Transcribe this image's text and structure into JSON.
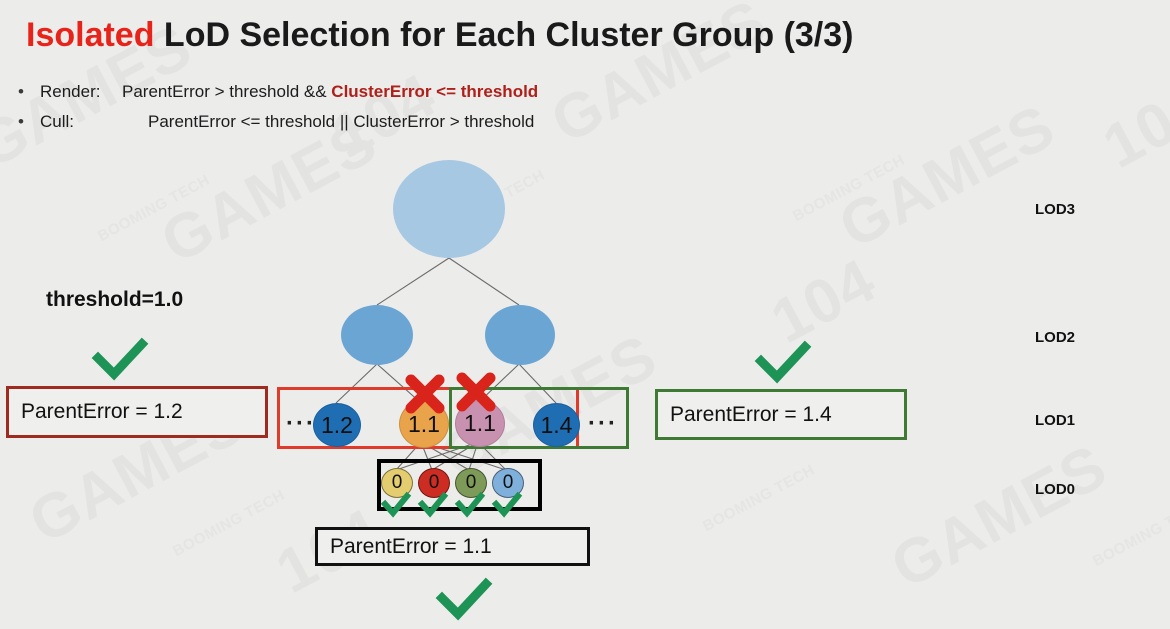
{
  "slide": {
    "background_color": "#ececeb",
    "watermark_text": "GAMES",
    "watermark_text2": "104",
    "watermark_small": "BOOMING TECH"
  },
  "header": {
    "title_highlight": "Isolated",
    "title_rest": " LoD Selection for Each Cluster Group (3/3)",
    "highlight_color": "#e8231a",
    "bullets": [
      {
        "marker": "•",
        "label": "Render:",
        "text_plain": "ParentError > threshold && ",
        "text_emphasis": "ClusterError <= threshold",
        "emphasis_color": "#b0201a"
      },
      {
        "marker": "•",
        "label": "Cull:",
        "text_plain": "ParentError <= threshold || ClusterError > threshold",
        "text_emphasis": "",
        "emphasis_color": "#1c1c1c"
      }
    ]
  },
  "annotations": {
    "threshold_label": "threshold=1.0",
    "lod_labels": [
      "LOD3",
      "LOD2",
      "LOD1",
      "LOD0"
    ]
  },
  "tree": {
    "lod3_nodes": [
      {
        "label": "",
        "color": "#a7c8e3"
      }
    ],
    "lod2_nodes": [
      {
        "label": "",
        "color": "#6ba5d4"
      },
      {
        "label": "",
        "color": "#6ba5d4"
      }
    ],
    "lod1_nodes": [
      {
        "label": "1.2",
        "color": "#1f6eb4",
        "group": "left",
        "status": "render"
      },
      {
        "label": "1.1",
        "color": "#e8a council",
        "group": "left",
        "status": "cull"
      },
      {
        "label": "1.1",
        "color": "#c991b0",
        "group": "right",
        "status": "cull"
      },
      {
        "label": "1.4",
        "color": "#1f6eb4",
        "group": "right",
        "status": "render"
      }
    ],
    "lod1_node_colors": [
      "#1f6eb4",
      "#e9a34a",
      "#c991b0",
      "#1f6eb4"
    ],
    "lod0_nodes": [
      {
        "label": "0",
        "color": "#e3cd6e",
        "status": "render"
      },
      {
        "label": "0",
        "color": "#cc2c22",
        "status": "render"
      },
      {
        "label": "0",
        "color": "#7e9a58",
        "status": "render"
      },
      {
        "label": "0",
        "color": "#7fb0dc",
        "status": "render"
      }
    ],
    "ellipsis_left": "···",
    "ellipsis_right": "···"
  },
  "groups": {
    "left_cluster_group": {
      "border_color": "#e03a2a"
    },
    "right_cluster_group": {
      "border_color": "#3e7a34"
    },
    "lod0_cluster_group": {
      "border_color": "#000000"
    }
  },
  "parent_error_boxes": [
    {
      "text": "ParentError = 1.2",
      "border_color": "#9e2a20",
      "check": true,
      "name": "left"
    },
    {
      "text": "ParentError = 1.4",
      "border_color": "#3e7a34",
      "check": true,
      "name": "right"
    },
    {
      "text": "ParentError = 1.1",
      "border_color": "#111111",
      "check": true,
      "name": "bottom"
    }
  ],
  "marks": {
    "cross_color": "#d9241c",
    "check_color": "#1d9355",
    "cross_count": 2,
    "check_count": 7
  }
}
